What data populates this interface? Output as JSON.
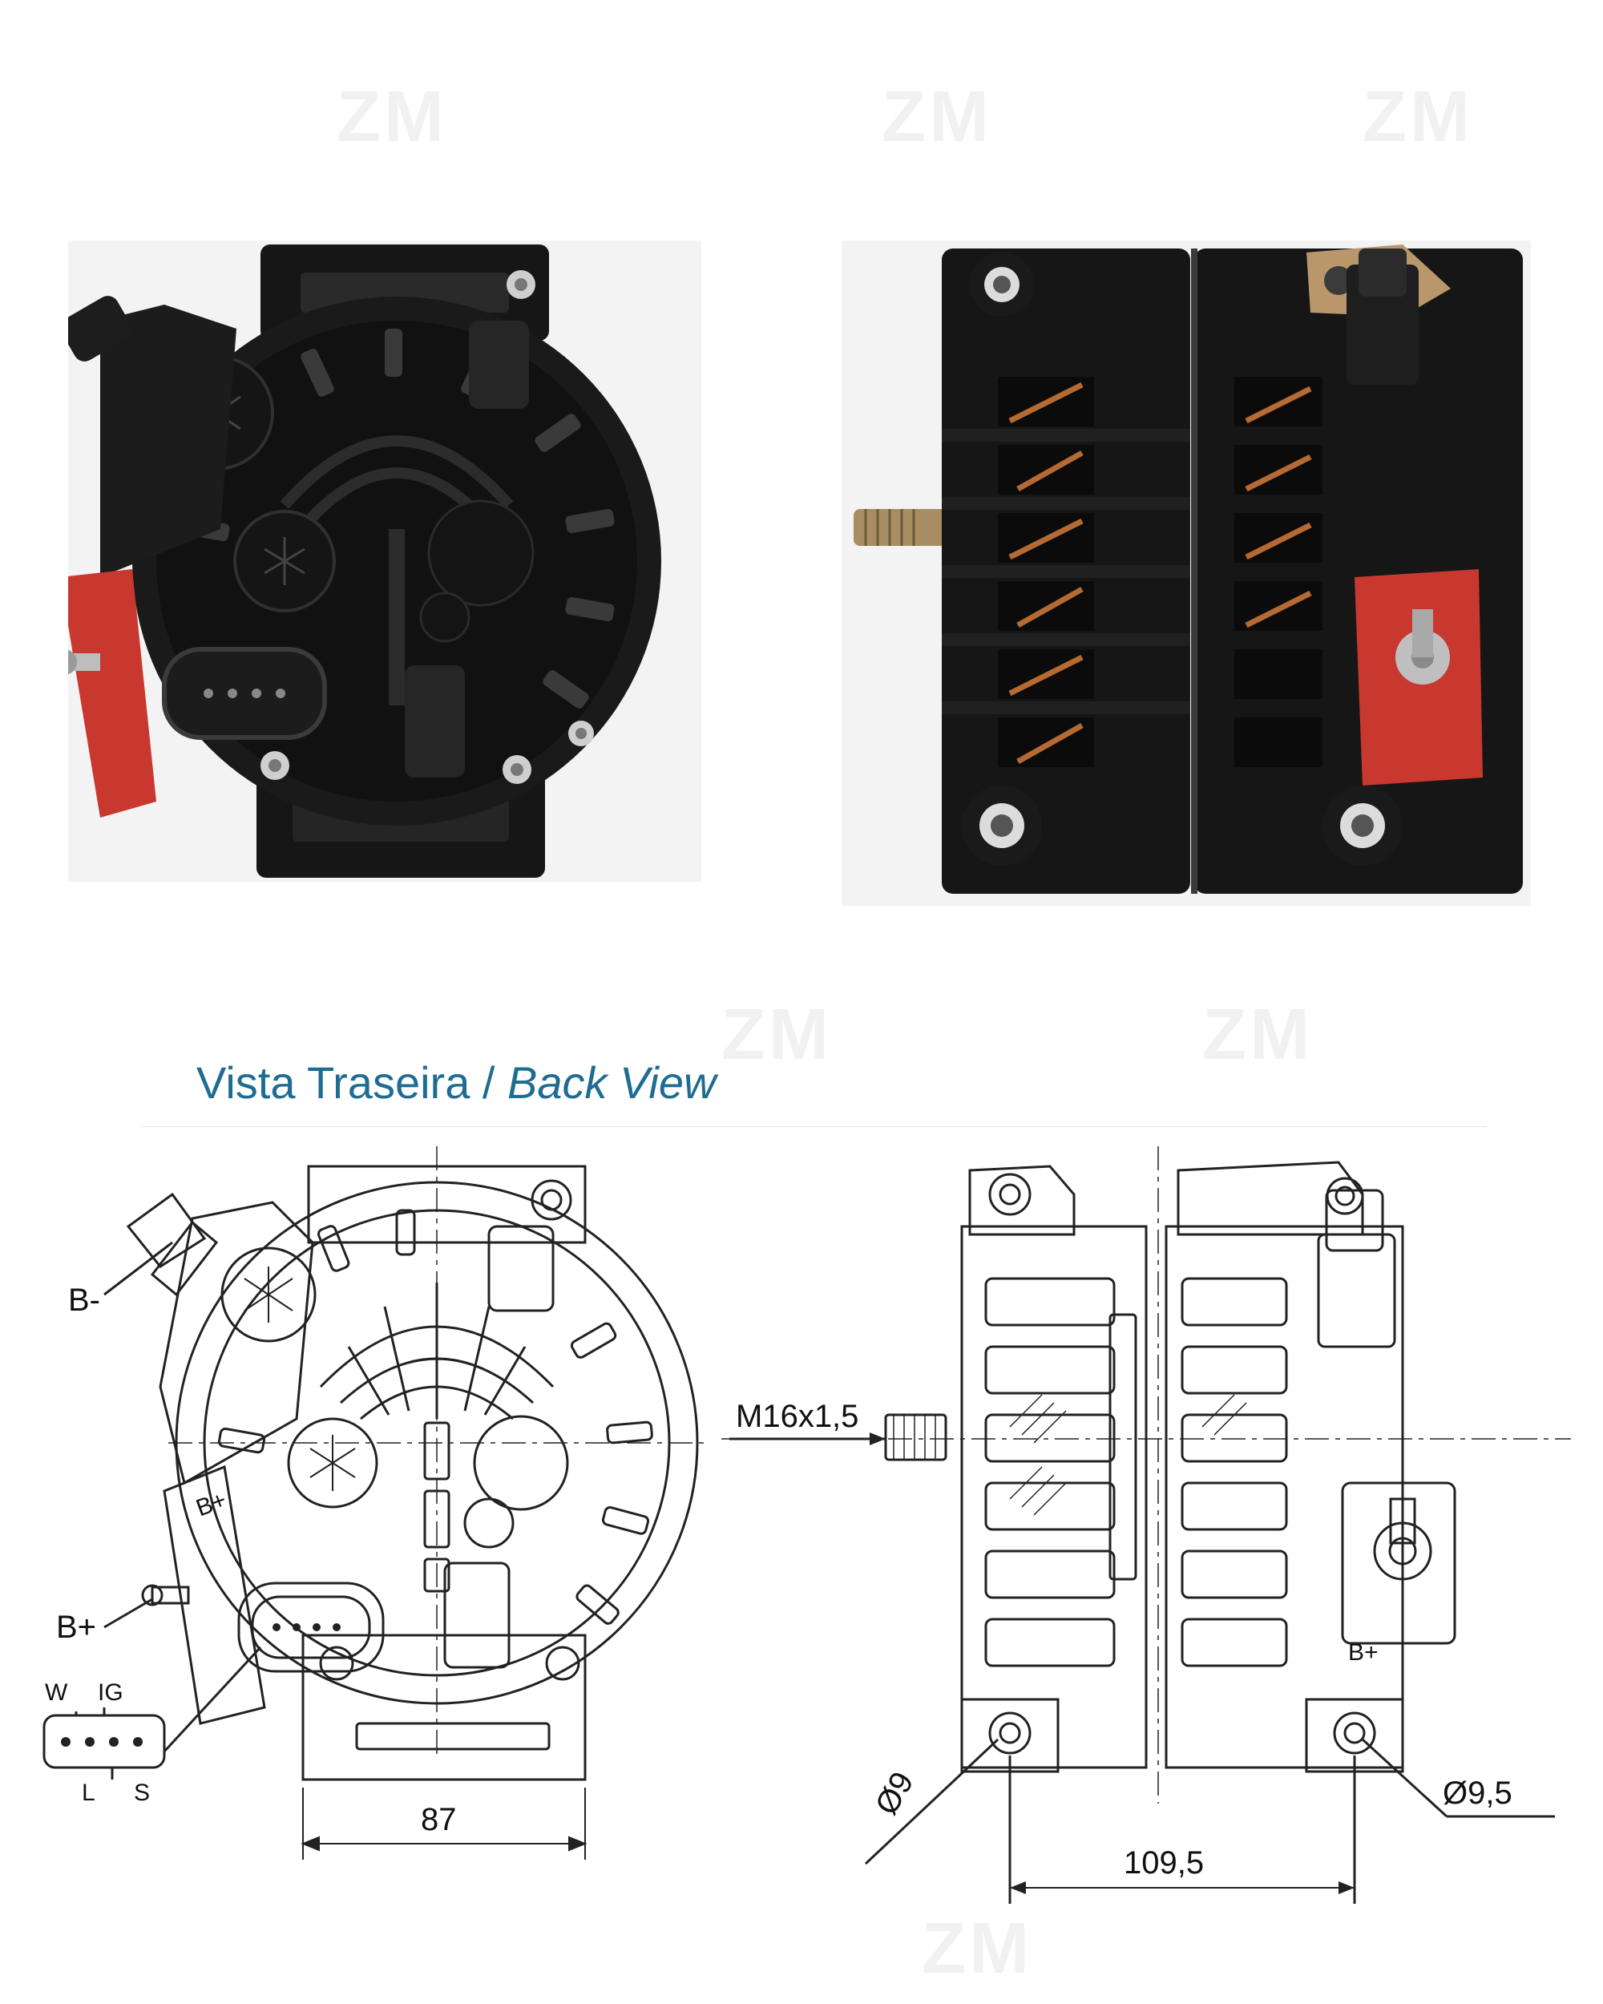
{
  "watermark": "ZM",
  "caption": {
    "pt": "Vista Traseira",
    "separator": " / ",
    "en": "Back View"
  },
  "back_view_labels": {
    "b_minus": "B-",
    "b_plus": "B+",
    "b_plus_embossed": "B+",
    "connector_pins": {
      "w": "W",
      "ig": "IG",
      "l": "L",
      "s": "S"
    },
    "width_dimension": "87"
  },
  "side_view_labels": {
    "thread": "M16x1,5",
    "hole_left": "Ø9",
    "hole_right": "Ø9,5",
    "hole_spacing": "109,5",
    "b_plus_embossed": "B+"
  },
  "colors": {
    "title_blue": "#1f6c93",
    "terminal_red": "#c8382f",
    "copper": "#b56a33",
    "body_black": "#161616"
  }
}
